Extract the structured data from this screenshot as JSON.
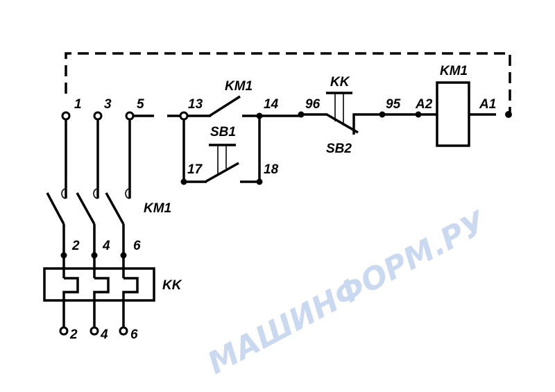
{
  "diagram": {
    "type": "electrical-schematic",
    "power_terminals_top": [
      "1",
      "3",
      "5"
    ],
    "contactor_power_outputs": [
      "2",
      "4",
      "6"
    ],
    "thermal_relay_outputs": [
      "2",
      "4",
      "6"
    ],
    "labels": {
      "km1_main_contacts": "KM1",
      "thermal_relay": "KK",
      "km1_aux_contact": "KM1",
      "sb1": "SB1",
      "sb2": "SB2",
      "kk_contact": "KK",
      "coil": "KM1",
      "t13": "13",
      "t14": "14",
      "t17": "17",
      "t18": "18",
      "t96": "96",
      "t95": "95",
      "a2": "A2",
      "a1": "A1"
    },
    "watermark": "МАШИНФОРМ.РУ",
    "accent_color": "#b9cdea"
  }
}
